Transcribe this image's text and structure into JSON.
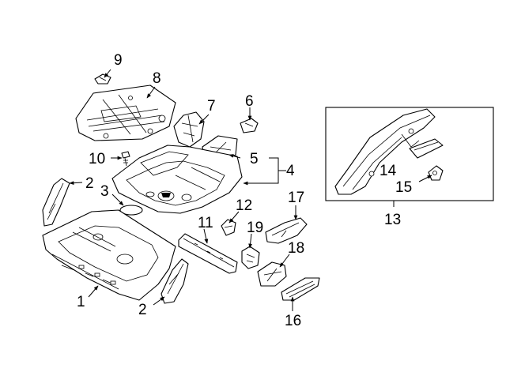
{
  "callouts": [
    {
      "id": "c1",
      "text": "1"
    },
    {
      "id": "c2a",
      "text": "2"
    },
    {
      "id": "c2b",
      "text": "2"
    },
    {
      "id": "c3",
      "text": "3"
    },
    {
      "id": "c4",
      "text": "4"
    },
    {
      "id": "c5",
      "text": "5"
    },
    {
      "id": "c6",
      "text": "6"
    },
    {
      "id": "c7",
      "text": "7"
    },
    {
      "id": "c8",
      "text": "8"
    },
    {
      "id": "c9",
      "text": "9"
    },
    {
      "id": "c10",
      "text": "10"
    },
    {
      "id": "c11",
      "text": "11"
    },
    {
      "id": "c12",
      "text": "12"
    },
    {
      "id": "c13",
      "text": "13"
    },
    {
      "id": "c14",
      "text": "14"
    },
    {
      "id": "c15",
      "text": "15"
    },
    {
      "id": "c16",
      "text": "16"
    },
    {
      "id": "c17",
      "text": "17"
    },
    {
      "id": "c18",
      "text": "18"
    },
    {
      "id": "c19",
      "text": "19"
    }
  ]
}
